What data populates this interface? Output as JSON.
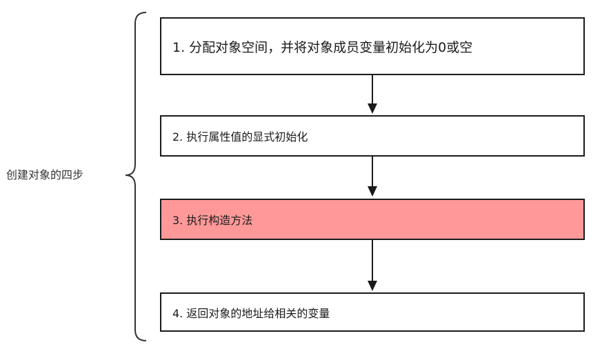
{
  "group_label": "创建对象的四步",
  "steps": [
    {
      "text": "1. 分配对象空间，并将对象成员变量初始化为0或空"
    },
    {
      "text": "2. 执行属性值的显式初始化"
    },
    {
      "text": "3. 执行构造方法"
    },
    {
      "text": "4. 返回对象的地址给相关的变量"
    }
  ],
  "colors": {
    "border": "#1a1a1a",
    "highlight": "#ff9999",
    "text": "#1a1a1a"
  }
}
